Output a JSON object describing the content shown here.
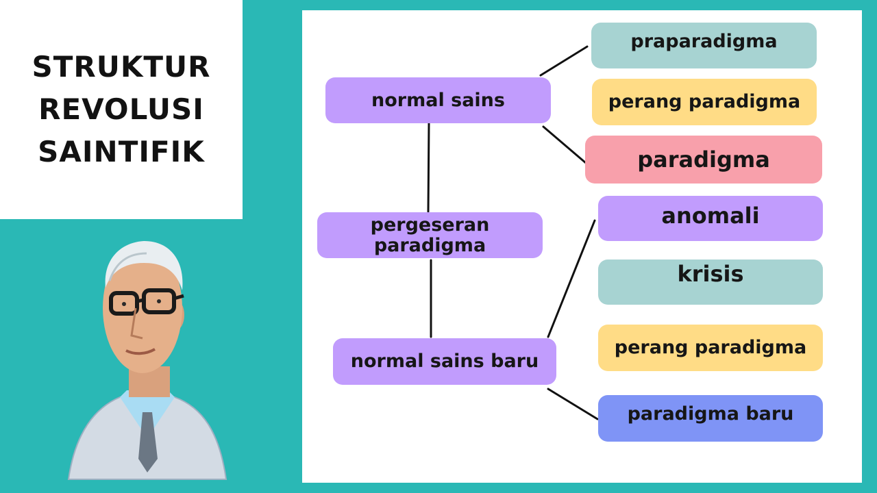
{
  "title": {
    "lines": [
      "STRUKTUR",
      "REVOLUSI",
      "SAINTIFIK"
    ]
  },
  "colors": {
    "background": "#2ab8b5",
    "purple": "#c19cfd",
    "teal": "#a7d3d2",
    "yellow": "#ffdc86",
    "pink": "#f8a0ab",
    "blue": "#7f94f6"
  },
  "diagram": {
    "stages": {
      "normal_sains": "normal sains",
      "pergeseran_paradigma": "pergeseran paradigma",
      "normal_sains_baru": "normal sains baru"
    },
    "upper_branch": [
      "praparadigma",
      "perang paradigma",
      "paradigma"
    ],
    "lower_branch": [
      "anomali",
      "krisis",
      "perang paradigma",
      "paradigma baru"
    ]
  }
}
